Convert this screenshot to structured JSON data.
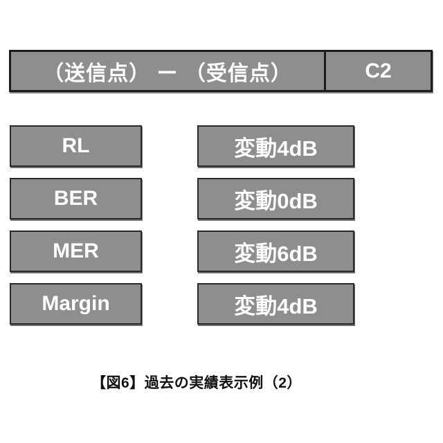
{
  "colors": {
    "background": "#ffffff",
    "box_fill": "#8e8e8e",
    "box_border": "#292929",
    "header_border": "#1c1c1c",
    "box_text": "#ffffff",
    "caption_text": "#111111"
  },
  "header": {
    "route_label": "（送信点） ー （受信点）",
    "channel_label": "C2"
  },
  "rows": [
    {
      "metric": "RL",
      "value": "変動4dB"
    },
    {
      "metric": "BER",
      "value": "変動0dB"
    },
    {
      "metric": "MER",
      "value": "変動6dB"
    },
    {
      "metric": "Margin",
      "value": "変動4dB"
    }
  ],
  "caption": {
    "text": "【図6】過去の実績表示例（2）"
  }
}
